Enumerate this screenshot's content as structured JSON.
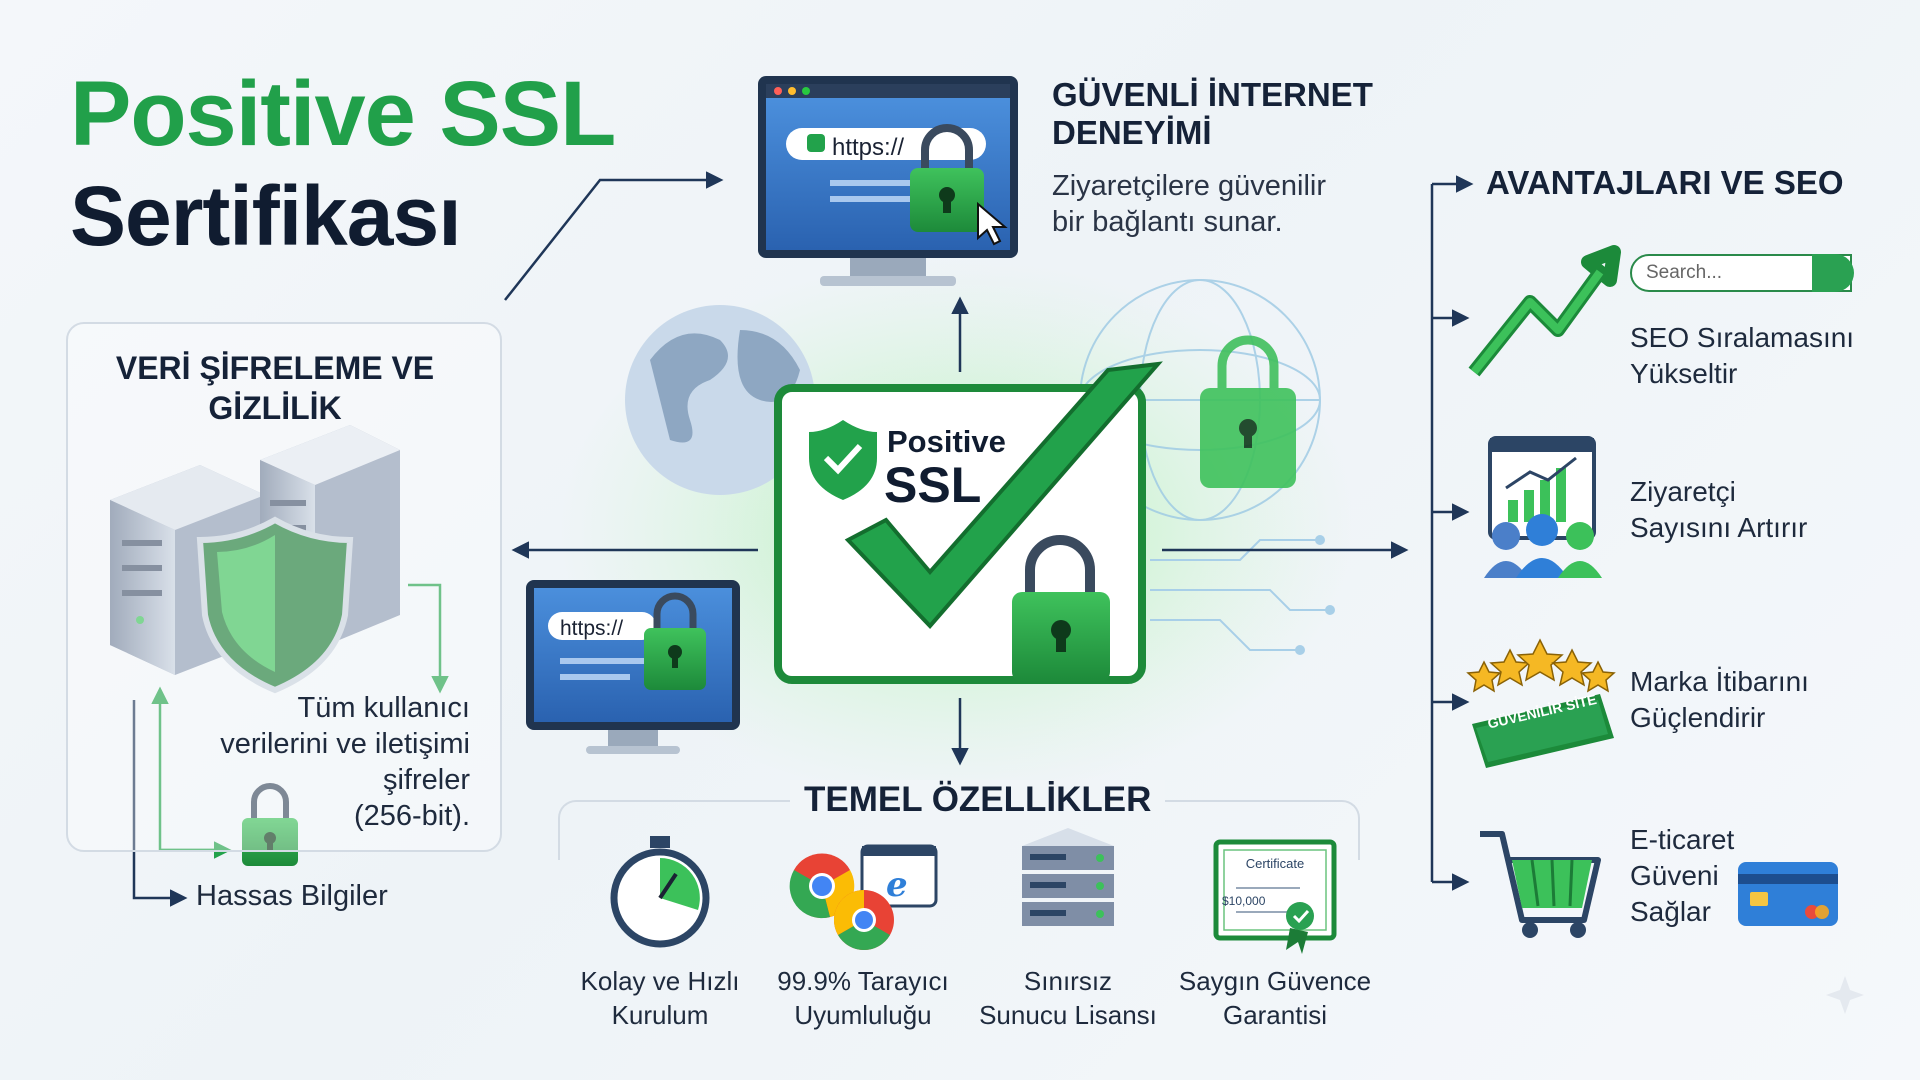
{
  "title": {
    "line1": "Positive SSL",
    "line2": "Sertifikası"
  },
  "veri": {
    "heading": "VERİ ŞİFRELEME VE GİZLİLİK",
    "description_lines": [
      "Tüm kullanıcı",
      "verilerini ve iletişimi",
      "şifreler",
      "(256-bit)."
    ],
    "hassas": "Hassas Bilgiler"
  },
  "guvenli": {
    "heading_lines": [
      "GÜVENLİ İNTERNET",
      "DENEYİMİ"
    ],
    "description_lines": [
      "Ziyaretçilere güvenilir",
      "bir bağlantı sunar."
    ],
    "url": "https://"
  },
  "center": {
    "brand_line1": "Positive",
    "brand_line2": "SSL"
  },
  "small_monitor": {
    "url": "https://"
  },
  "avantajlar": {
    "heading": "AVANTAJLARI VE SEO",
    "search_placeholder": "Search...",
    "items": [
      {
        "lines": [
          "SEO Sıralamasını",
          "Yükseltir"
        ]
      },
      {
        "lines": [
          "Ziyaretçi",
          "Sayısını Artırır"
        ]
      },
      {
        "lines": [
          "Marka İtibarını",
          "Güçlendirir"
        ],
        "badge": "GÜVENİLİR SİTE"
      },
      {
        "lines": [
          "E-ticaret",
          "Güveni",
          "Sağlar"
        ]
      }
    ]
  },
  "temel": {
    "heading": "TEMEL ÖZELLİKLER",
    "features": [
      {
        "lines": [
          "Kolay ve Hızlı",
          "Kurulum"
        ]
      },
      {
        "lines": [
          "99.9% Tarayıcı",
          "Uyumluluğu"
        ]
      },
      {
        "lines": [
          "Sınırsız",
          "Sunucu Lisansı"
        ]
      },
      {
        "lines": [
          "Saygın Güvence",
          "Garantisi"
        ]
      }
    ],
    "certificate_title": "Certificate",
    "certificate_amount": "$10,000"
  },
  "colors": {
    "green": "#22a24b",
    "navy": "#101c30",
    "blue": "#2f7fd8"
  }
}
